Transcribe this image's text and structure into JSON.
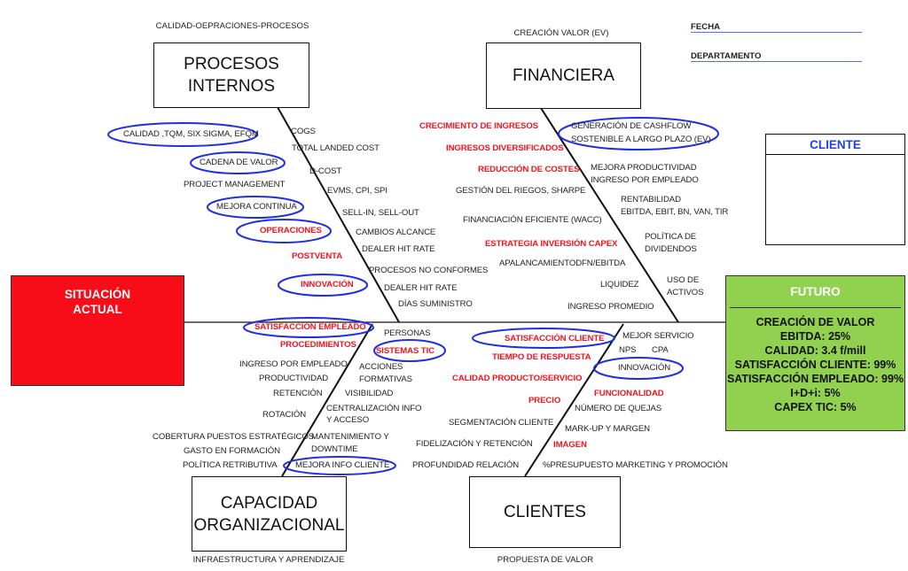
{
  "headers": {
    "fecha": "FECHA",
    "departamento": "DEPARTAMENTO"
  },
  "boxes": {
    "procesos": [
      "PROCESOS",
      "INTERNOS"
    ],
    "financiera": "FINANCIERA",
    "capacidad": [
      "CAPACIDAD",
      "ORGANIZACIONAL"
    ],
    "clientes": "CLIENTES"
  },
  "captions": {
    "procesos": "CALIDAD-OEPRACIONES-PROCESOS",
    "financiera": "CREACIÓN VALOR (EV)",
    "capacidad": "INFRAESTRUCTURA Y APRENDIZAJE",
    "clientes": "PROPUESTA DE VALOR"
  },
  "situacion_actual": [
    "SITUACIÓN",
    "ACTUAL"
  ],
  "cliente_box": {
    "title": "CLIENTE"
  },
  "futuro": {
    "title": "FUTURO",
    "lines": [
      "CREACIÓN DE VALOR",
      "EBITDA: 25%",
      "CALIDAD: 3.4 f/mill",
      "SATISFACCIÓN CLIENTE: 99%",
      "SATISFACCIÓN EMPLEADO: 99%",
      "I+D+i: 5%",
      "CAPEX TIC: 5%"
    ]
  },
  "procesos_items": {
    "left": [
      "CALIDAD ,TQM, SIX SIGMA, EFQM",
      "CADENA DE VALOR",
      "PROJECT MANAGEMENT",
      "MEJORA CONTINUA",
      "OPERACIONES",
      "POSTVENTA",
      "INNOVACIÓN"
    ],
    "right": [
      "COGS",
      "TOTAL LANDED COST",
      "D-COST",
      "EVMS, CPI, SPI",
      "SELL-IN, SELL-OUT",
      "CAMBIOS ALCANCE",
      "DEALER HIT RATE",
      "PROCESOS NO CONFORMES",
      "DEALER HIT RATE",
      "DÍAS SUMINISTRO"
    ]
  },
  "financiera_items": {
    "left": [
      "CRECIMIENTO DE INGRESOS",
      "INGRESOS DIVERSIFICADOS",
      "REDUCCIÓN DE COSTES",
      "GESTIÓN DEL RIEGOS, SHARPE",
      "FINANCIACIÓN EFICIENTE (WACC)",
      "ESTRATEGIA INVERSIÓN CAPEX",
      "APALANCAMIENTODFN/EBITDA",
      "LIQUIDEZ",
      "INGRESO PROMEDIO"
    ],
    "right": [
      "GENERACIÓN DE CASHFLOW",
      "SOSTENIBLE A LARGO PLAZO (EV)",
      "MEJORA PRODUCTIVIDAD",
      "INGRESO POR EMPLEADO",
      "RENTABILIDAD",
      "EBITDA, EBIT, BN, VAN, TIR",
      "POLÍTICA DE",
      "DIVIDENDOS",
      "USO DE",
      "ACTIVOS"
    ]
  },
  "capacidad_items": {
    "left": [
      "SATISFACCION EMPLEADO",
      "PROCEDIMIENTOS",
      "INGRESO POR EMPLEADO",
      "PRODUCTIVIDAD",
      "RETENCIÓN",
      "ROTACIÓN",
      "COBERTURA PUESTOS ESTRATÉGICOS",
      "GASTO EN FORMACIÓN",
      "POLÍTICA RETRIBUTIVA"
    ],
    "right": [
      "PERSONAS",
      "SISTEMAS TIC",
      "ACCIONES",
      "FORMATIVAS",
      "VISIBILIDAD",
      "CENTRALIZACIÓN INFO",
      "Y ACCESO",
      "MANTENIMIENTO Y",
      "DOWNTIME",
      "MEJORA INFO CLIENTE"
    ]
  },
  "clientes_items": {
    "left": [
      "SATISFACCIÓN CLIENTE",
      "TIEMPO DE RESPUESTA",
      "CALIDAD PRODUCTO/SERVICIO",
      "PRECIO",
      "SEGMENTACIÓN CLIENTE",
      "FIDELIZACIÓN Y RETENCIÓN",
      "PROFUNDIDAD RELACIÓN"
    ],
    "right": [
      "MEJOR SERVICIO",
      "NPS",
      "CPA",
      "INNOVACIÓN",
      "FUNCIONALIDAD",
      "NÚMERO DE QUEJAS",
      "MARK-UP Y MARGEN",
      "IMAGEN",
      "%PRESUPUESTO MARKETING Y PROMOCIÓN"
    ]
  },
  "colors": {
    "red": "#f0141e",
    "ellipse": "#1f2fe0",
    "green": "#92d050",
    "situacion": "#f80c18"
  }
}
